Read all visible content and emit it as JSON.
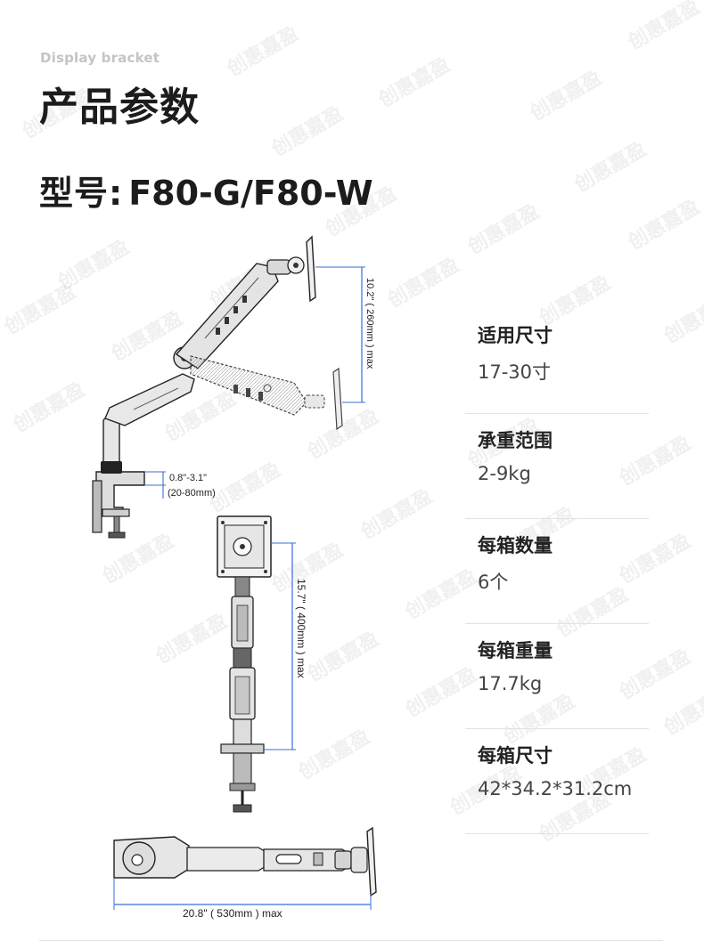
{
  "watermark_text": "创惠嘉盈",
  "header": {
    "subtitle": "Display bracket",
    "title": "产品参数",
    "model_label": "型号:",
    "model_value": "F80-G/F80-W"
  },
  "diagram": {
    "side_height_label": "10.2\" ( 260mm ) max",
    "clamp_label_line1": "0.8\"-3.1\"",
    "clamp_label_line2": "(20-80mm)",
    "front_height_label": "15.7\" ( 400mm ) max",
    "top_length_label": "20.8\" ( 530mm ) max"
  },
  "specs": [
    {
      "label": "适用尺寸",
      "value": "17-30寸"
    },
    {
      "label": "承重范围",
      "value": "2-9kg"
    },
    {
      "label": "每箱数量",
      "value": "6个"
    },
    {
      "label": "每箱重量",
      "value": "17.7kg"
    },
    {
      "label": "每箱尺寸",
      "value": "42*34.2*31.2cm"
    }
  ],
  "colors": {
    "dimension_line": "#3b6fd6",
    "text_dark": "#1c1c1c",
    "subtitle": "#c4c4c4",
    "divider": "#e2e2e2"
  }
}
